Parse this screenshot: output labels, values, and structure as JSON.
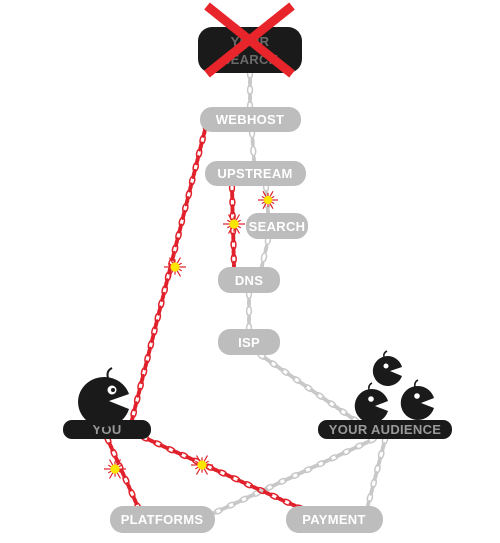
{
  "nodes": {
    "your_search": {
      "label_line1": "YOUR",
      "label_line2": "SEARCH"
    },
    "webhost": {
      "label": "WEBHOST"
    },
    "upstream": {
      "label": "UPSTREAM"
    },
    "search": {
      "label": "SEARCH"
    },
    "dns": {
      "label": "DNS"
    },
    "isp": {
      "label": "ISP"
    },
    "you": {
      "label": "YOU"
    },
    "your_audience": {
      "label": "YOUR AUDIENCE"
    },
    "platforms": {
      "label": "PLATFORMS"
    },
    "payment": {
      "label": "PAYMENT"
    }
  },
  "colors": {
    "node_gray": "#bdbdbd",
    "node_dark": "#1a1a1a",
    "chain_gray": "#c8c8c8",
    "chain_red": "#e0202a",
    "cross_red": "#e8252b",
    "break_yellow": "#ffe600"
  },
  "icons": [
    "cross-icon",
    "chomper-icon",
    "chain-break-icon"
  ]
}
